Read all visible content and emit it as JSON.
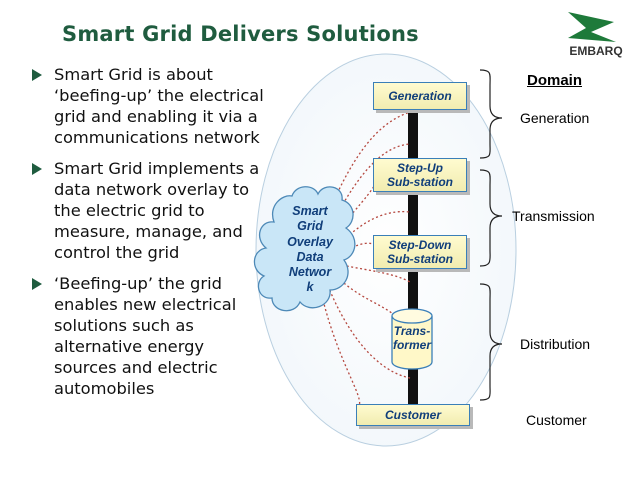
{
  "slide": {
    "title": "Smart Grid Delivers Solutions",
    "logo_text": "EMBARQ",
    "bullets": [
      "Smart Grid is about ‘beefing-up’ the electrical grid and enabling it via a communications network",
      "Smart Grid  implements a data network overlay to the electric grid to measure, manage, and control the grid",
      "‘Beefing-up’ the grid enables new electrical solutions such as alternative energy sources and electric automobiles"
    ]
  },
  "diagram": {
    "nodes": {
      "generation": "Generation",
      "stepup_1": "Step-Up",
      "stepup_2": "Sub-station",
      "stepdown_1": "Step-Down",
      "stepdown_2": "Sub-station",
      "transformer_1": "Trans-",
      "transformer_2": "former",
      "customer": "Customer"
    },
    "cloud_lines": [
      "Smart",
      "Grid",
      "Overlay",
      "Data",
      "Networ",
      "k"
    ],
    "domain": {
      "title": "Domain",
      "generation": "Generation",
      "transmission": "Transmission",
      "distribution": "Distribution",
      "customer": "Customer"
    }
  },
  "colors": {
    "title": "#1f5c3f",
    "bullet_marker": "#1f5c3f",
    "box_border": "#3a7fb8",
    "box_text": "#103e7a",
    "cloud_fill": "#c9e6f7",
    "dotted_link": "#b5483f",
    "logo": "#1e7a3a"
  }
}
